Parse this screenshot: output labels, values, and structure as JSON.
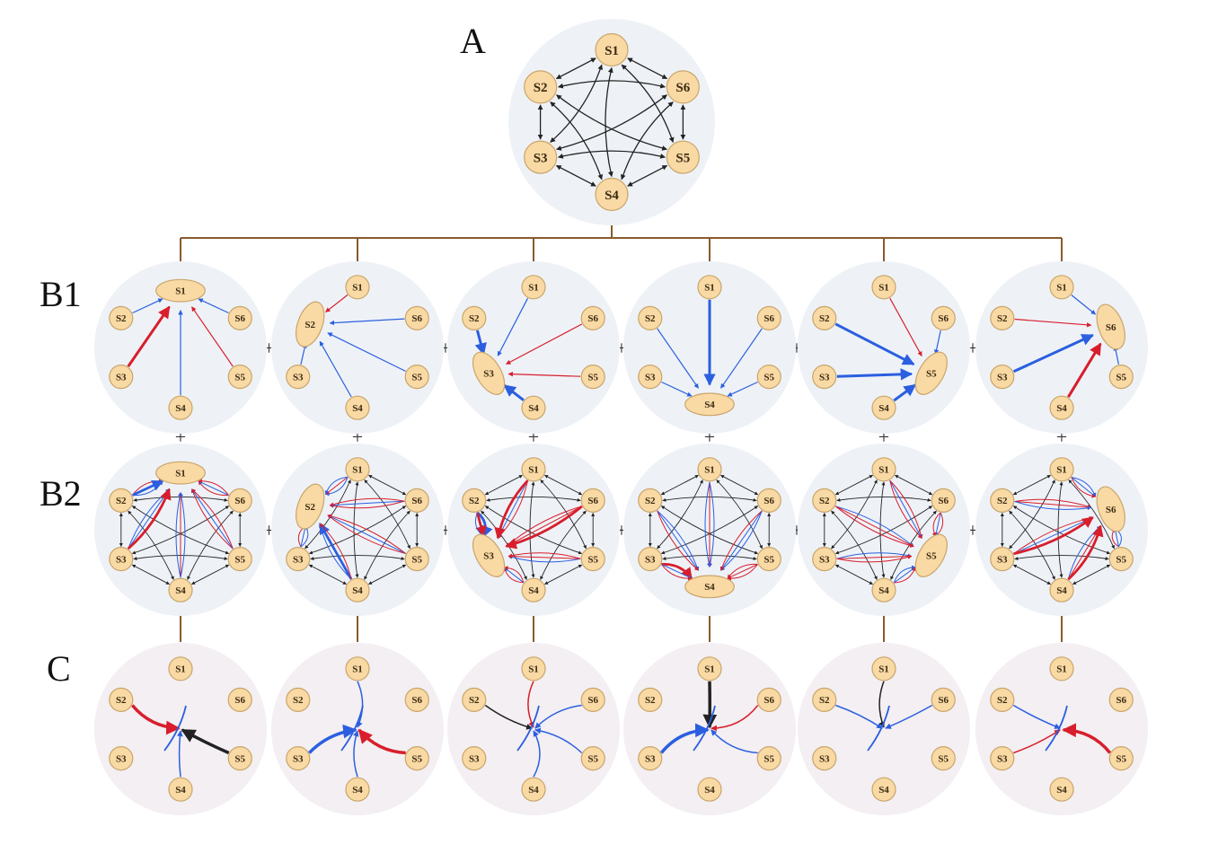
{
  "rows": {
    "a": "A",
    "b1": "B1",
    "b2": "B2",
    "c": "C"
  },
  "nodes": [
    "S1",
    "S2",
    "S3",
    "S4",
    "S5",
    "S6"
  ],
  "plus": "+",
  "colors": {
    "node_fill": "#f9d9a4",
    "node_stroke": "#c9a56a",
    "panel_blue": "#eef2f7",
    "panel_pink": "#f3eff2",
    "tree_line": "#8a5a2b",
    "edge_black": "#222222",
    "edge_blue": "#2b5fe0",
    "edge_red": "#d81e2c"
  },
  "b1_hub_order": [
    "S1",
    "S2",
    "S3",
    "S4",
    "S5",
    "S6"
  ]
}
